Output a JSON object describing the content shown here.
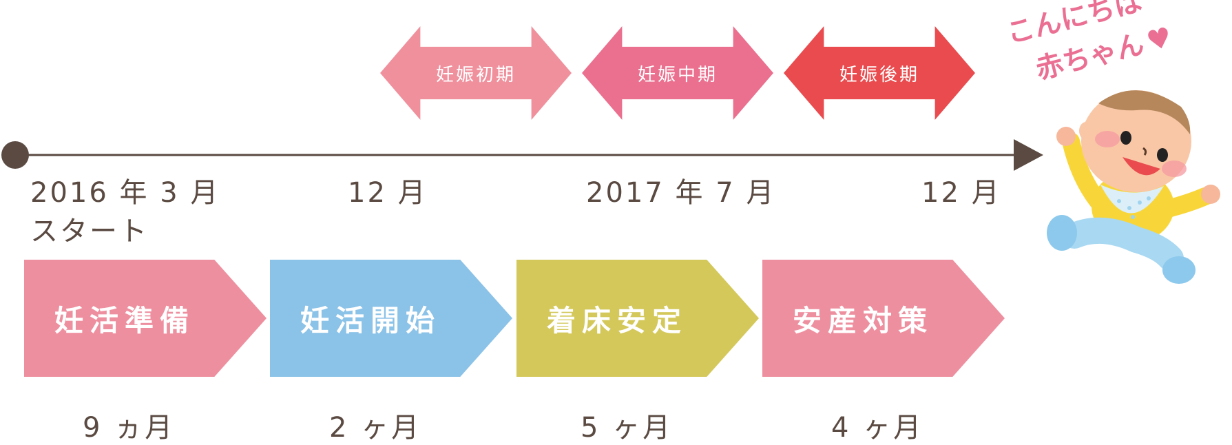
{
  "colors": {
    "timeline": "#5a4a42",
    "early": "#f0909d",
    "middle": "#eb6f8e",
    "late": "#e94b4e",
    "pink_block": "#ee8f9f",
    "blue_block": "#8bc2e8",
    "olive_block": "#d4c85b"
  },
  "timeline": {
    "dates": [
      {
        "line1": "2016 年 3 月",
        "line2": "スタート"
      },
      {
        "line1": "12 月"
      },
      {
        "line1": "2017 年 7 月"
      },
      {
        "line1": "12 月"
      }
    ]
  },
  "pregnancy_periods": [
    {
      "label": "妊娠初期"
    },
    {
      "label": "妊娠中期"
    },
    {
      "label": "妊娠後期"
    }
  ],
  "stages": [
    {
      "label": "妊活準備",
      "duration": "9 ヵ月"
    },
    {
      "label": "妊活開始",
      "duration": "2 ヶ月"
    },
    {
      "label": "着床安定",
      "duration": "5 ヶ月"
    },
    {
      "label": "安産対策",
      "duration": "4 ヶ月"
    }
  ],
  "greeting": {
    "line1": "こんにちは",
    "line2": "赤ちゃん"
  }
}
